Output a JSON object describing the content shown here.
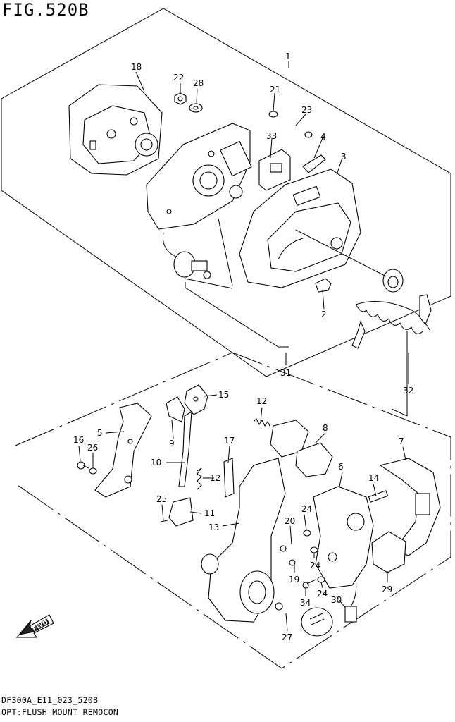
{
  "figure": {
    "title": "FIG.520B",
    "code": "DF300A_E11_023_520B",
    "caption": "OPT:FLUSH MOUNT REMOCON",
    "fwd_label": "FWD"
  },
  "callouts": {
    "c1": "1",
    "c2": "2",
    "c3": "3",
    "c4": "4",
    "c5": "5",
    "c6": "6",
    "c7": "7",
    "c8": "8",
    "c9": "9",
    "c10": "10",
    "c11": "11",
    "c12a": "12",
    "c12b": "12",
    "c13": "13",
    "c14": "14",
    "c15": "15",
    "c16": "16",
    "c17": "17",
    "c18": "18",
    "c19": "19",
    "c20": "20",
    "c21": "21",
    "c22": "22",
    "c23": "23",
    "c24a": "24",
    "c24b": "24",
    "c24c": "24",
    "c25": "25",
    "c26": "26",
    "c27": "27",
    "c28": "28",
    "c29": "29",
    "c30": "30",
    "c31": "31",
    "c32": "32",
    "c33": "33",
    "c34": "34"
  }
}
